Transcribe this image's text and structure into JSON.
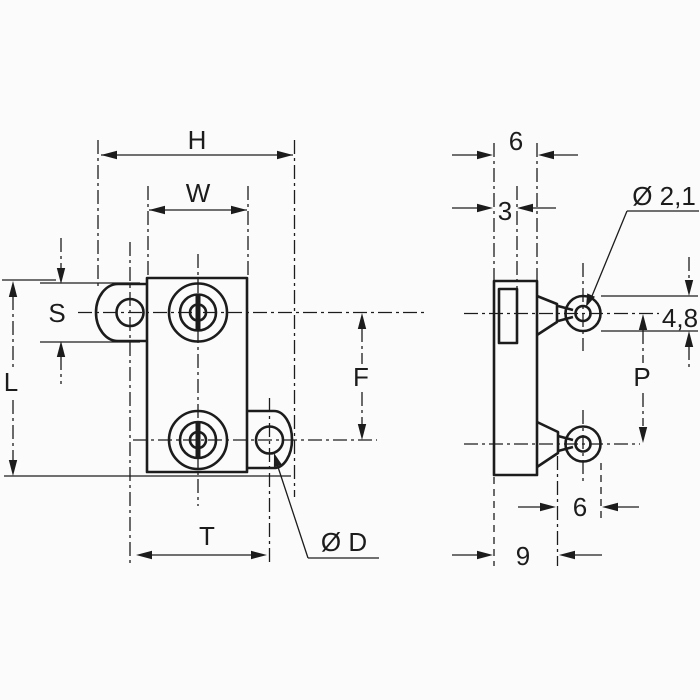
{
  "colors": {
    "ink": "#1c1c1c",
    "paper": "#fbfbfb"
  },
  "front_view": {
    "dims": {
      "H": "H",
      "W": "W",
      "S": "S",
      "L": "L",
      "F": "F",
      "T": "T",
      "OD": "Ø D"
    }
  },
  "side_view": {
    "dims": {
      "depth": "6",
      "inset": "3",
      "hole_dia": "Ø 2,1",
      "eyelet_dia": "4,8",
      "pitch": "P",
      "eyelet_len": "6",
      "overall_depth": "9"
    }
  }
}
